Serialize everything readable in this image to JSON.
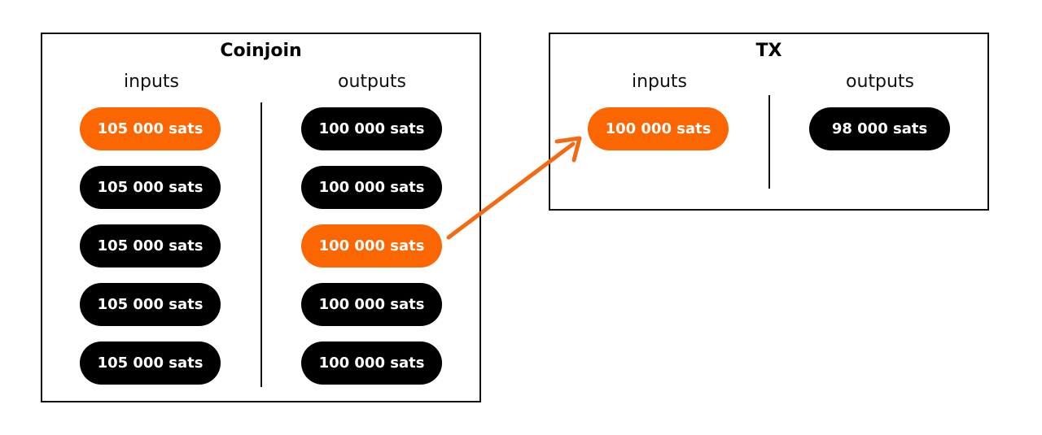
{
  "colors": {
    "highlight": "#fc6600",
    "default": "#000000",
    "arrow": "#f26a12"
  },
  "coinjoin": {
    "title": "Coinjoin",
    "inputs_label": "inputs",
    "outputs_label": "outputs",
    "inputs": [
      {
        "label": "105 000 sats",
        "highlighted": true
      },
      {
        "label": "105 000 sats",
        "highlighted": false
      },
      {
        "label": "105 000 sats",
        "highlighted": false
      },
      {
        "label": "105 000 sats",
        "highlighted": false
      },
      {
        "label": "105 000 sats",
        "highlighted": false
      }
    ],
    "outputs": [
      {
        "label": "100 000 sats",
        "highlighted": false
      },
      {
        "label": "100 000 sats",
        "highlighted": false
      },
      {
        "label": "100 000 sats",
        "highlighted": true
      },
      {
        "label": "100 000 sats",
        "highlighted": false
      },
      {
        "label": "100 000 sats",
        "highlighted": false
      }
    ]
  },
  "tx": {
    "title": "TX",
    "inputs_label": "inputs",
    "outputs_label": "outputs",
    "inputs": [
      {
        "label": "100 000 sats",
        "highlighted": true
      }
    ],
    "outputs": [
      {
        "label": "98 000 sats",
        "highlighted": false
      }
    ]
  }
}
